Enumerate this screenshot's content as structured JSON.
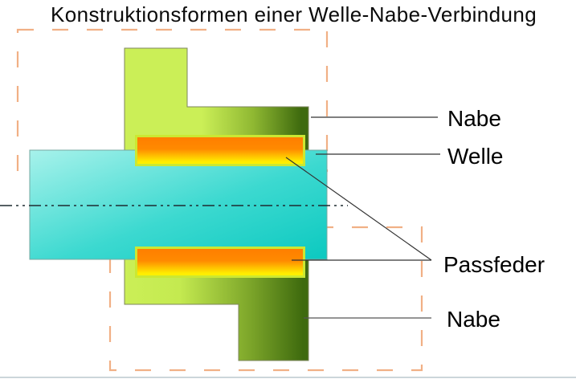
{
  "title": "Konstruktionsformen einer Welle-Nabe-Verbindung",
  "labels": {
    "nabe_top": "Nabe",
    "welle": "Welle",
    "passfeder": "Passfeder",
    "nabe_bottom": "Nabe"
  },
  "colors": {
    "hub_light_green": "#cbef57",
    "hub_dark_green": "#3e6a0e",
    "shaft_light_cyan": "#a7f2eb",
    "shaft_dark_cyan": "#0cc9c0",
    "key_orange": "#ff7d00",
    "key_yellow": "#ffec00",
    "key_border": "#cbe832",
    "construction_box_dash": "#e8803a",
    "centerline": "#1f2b31",
    "leader_line": "#333333",
    "outline_gray": "#7d855e",
    "page_rule": "#ccd6da"
  }
}
